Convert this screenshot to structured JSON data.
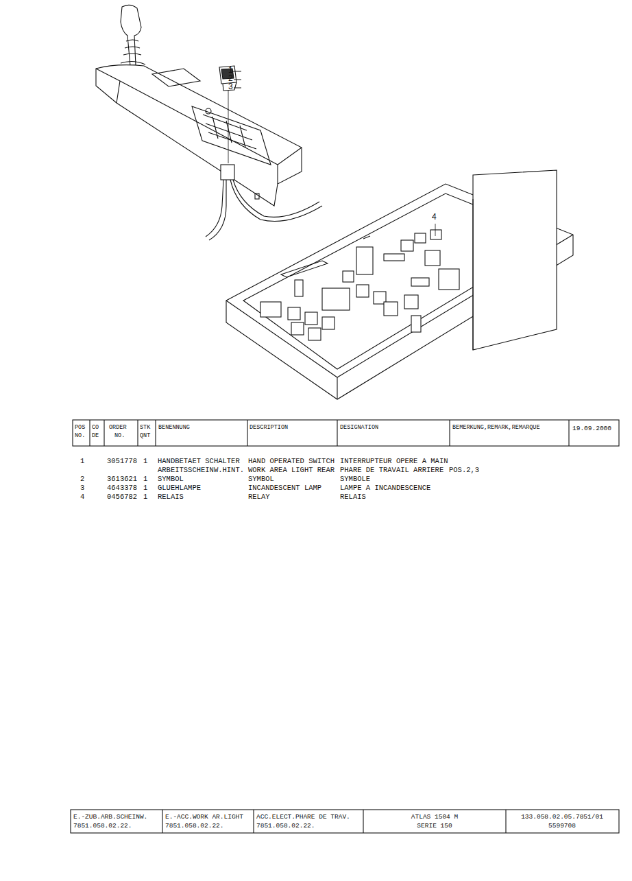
{
  "diagram": {
    "labels": [
      "1",
      "2",
      "3",
      "4",
      "POS",
      "NO.",
      "CO",
      "DE",
      "ORDER",
      "NO.",
      "STK",
      "QNT",
      "BENENNUNG",
      "DESCRIPTION",
      "DESIGNATION",
      "BEMERKUNG,REMARK,REMARQUE",
      "19.09.2000",
      "1",
      "3051778",
      "1",
      "HANDBETAET SCHALTER",
      "HAND OPERATED SWITCH",
      "INTERRUPTEUR OPERE A MAIN",
      "ARBEITSSCHEINW.HINT.",
      "WORK AREA LIGHT REAR",
      "PHARE DE TRAVAIL ARRIERE",
      "POS.2,3",
      "2",
      "3613621",
      "1",
      "SYMBOL",
      "SYMBOL",
      "SYMBOLE",
      "3",
      "4643378",
      "1",
      "GLUEHLAMPE",
      "INCANDESCENT LAMP",
      "LAMPE A INCANDESCENCE",
      "4",
      "0456782",
      "1",
      "RELAIS",
      "RELAY",
      "RELAIS",
      "E.-ZUB.ARB.SCHEINW.",
      "7851.058.02.22.",
      "E.-ACC.WORK AR.LIGHT",
      "7851.058.02.22.",
      "ACC.ELECT.PHARE DE TRAV.",
      "7851.058.02.22.",
      "ATLAS 1504 M",
      "SERIE 150",
      "133.058.02.05.7851/01",
      "5599708"
    ]
  }
}
